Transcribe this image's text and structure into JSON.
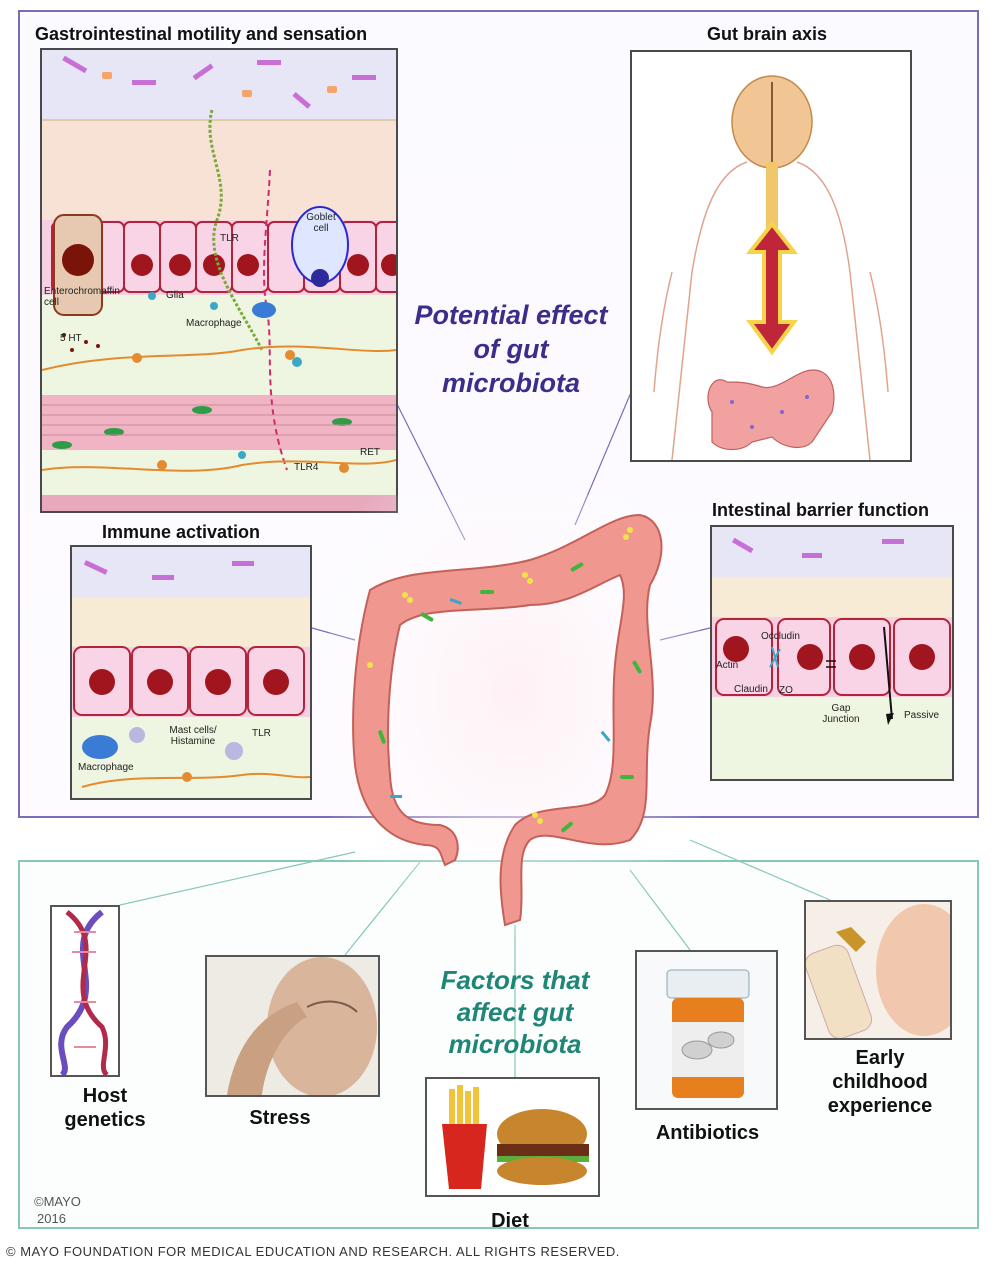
{
  "panels": {
    "gi": {
      "title": "Gastrointestinal motility and sensation",
      "labels": {
        "tlr": "TLR",
        "goblet": "Goblet cell",
        "enterochromaffin": "Enterochromaffin cell",
        "glia": "Glia",
        "macrophage": "Macrophage",
        "five_ht": "5 HT",
        "tlr4": "TLR4",
        "ret": "RET"
      }
    },
    "gut_brain": {
      "title": "Gut brain axis"
    },
    "immune": {
      "title": "Immune activation",
      "labels": {
        "macrophage": "Macrophage",
        "mast_cells": "Mast cells/ Histamine",
        "tlr": "TLR"
      }
    },
    "barrier": {
      "title": "Intestinal barrier function",
      "labels": {
        "occludin": "Occludin",
        "actin": "Actin",
        "claudin": "Claudin",
        "zo": "ZO",
        "gap_junction": "Gap Junction",
        "passive": "Passive"
      }
    }
  },
  "center_top": {
    "line1": "Potential effect",
    "line2": "of gut",
    "line3": "microbiota"
  },
  "center_bottom": {
    "line1": "Factors that",
    "line2": "affect gut",
    "line3": "microbiota"
  },
  "factors": {
    "host_genetics": {
      "line1": "Host",
      "line2": "genetics"
    },
    "stress": "Stress",
    "diet": "Diet",
    "antibiotics": "Antibiotics",
    "early": {
      "line1": "Early",
      "line2": "childhood",
      "line3": "experience"
    }
  },
  "mayo_mark": {
    "line1": "©MAYO",
    "line2": "2016"
  },
  "copyright": "© MAYO FOUNDATION FOR MEDICAL EDUCATION AND RESEARCH. ALL RIGHTS RESERVED.",
  "colors": {
    "purple_frame": "#7d6bb6",
    "teal_frame": "#86c7b6",
    "purple_text": "#3b2e8a",
    "teal_text": "#1f8677"
  }
}
